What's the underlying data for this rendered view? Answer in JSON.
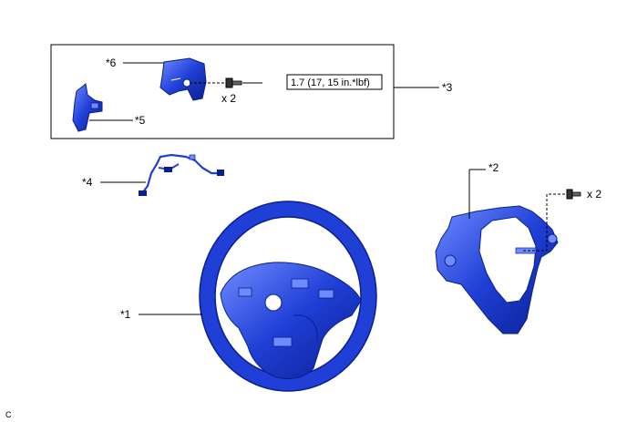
{
  "labels": {
    "l1": "*1",
    "l2": "*2",
    "l3": "*3",
    "l4": "*4",
    "l5": "*5",
    "l6": "*6"
  },
  "torque_spec": "1.7 (17, 15 in.*lbf)",
  "qty": {
    "upper": "x 2",
    "right": "x 2"
  },
  "corner_code": "C",
  "colors": {
    "part_blue": "#1f3fd6",
    "part_dark": "#0a1f8f",
    "part_light": "#6f8cff",
    "line": "#000000"
  },
  "icons": [
    "steering-wheel",
    "spoke-cover",
    "wire-harness",
    "paddle-switch",
    "paddle-bracket",
    "screw"
  ]
}
